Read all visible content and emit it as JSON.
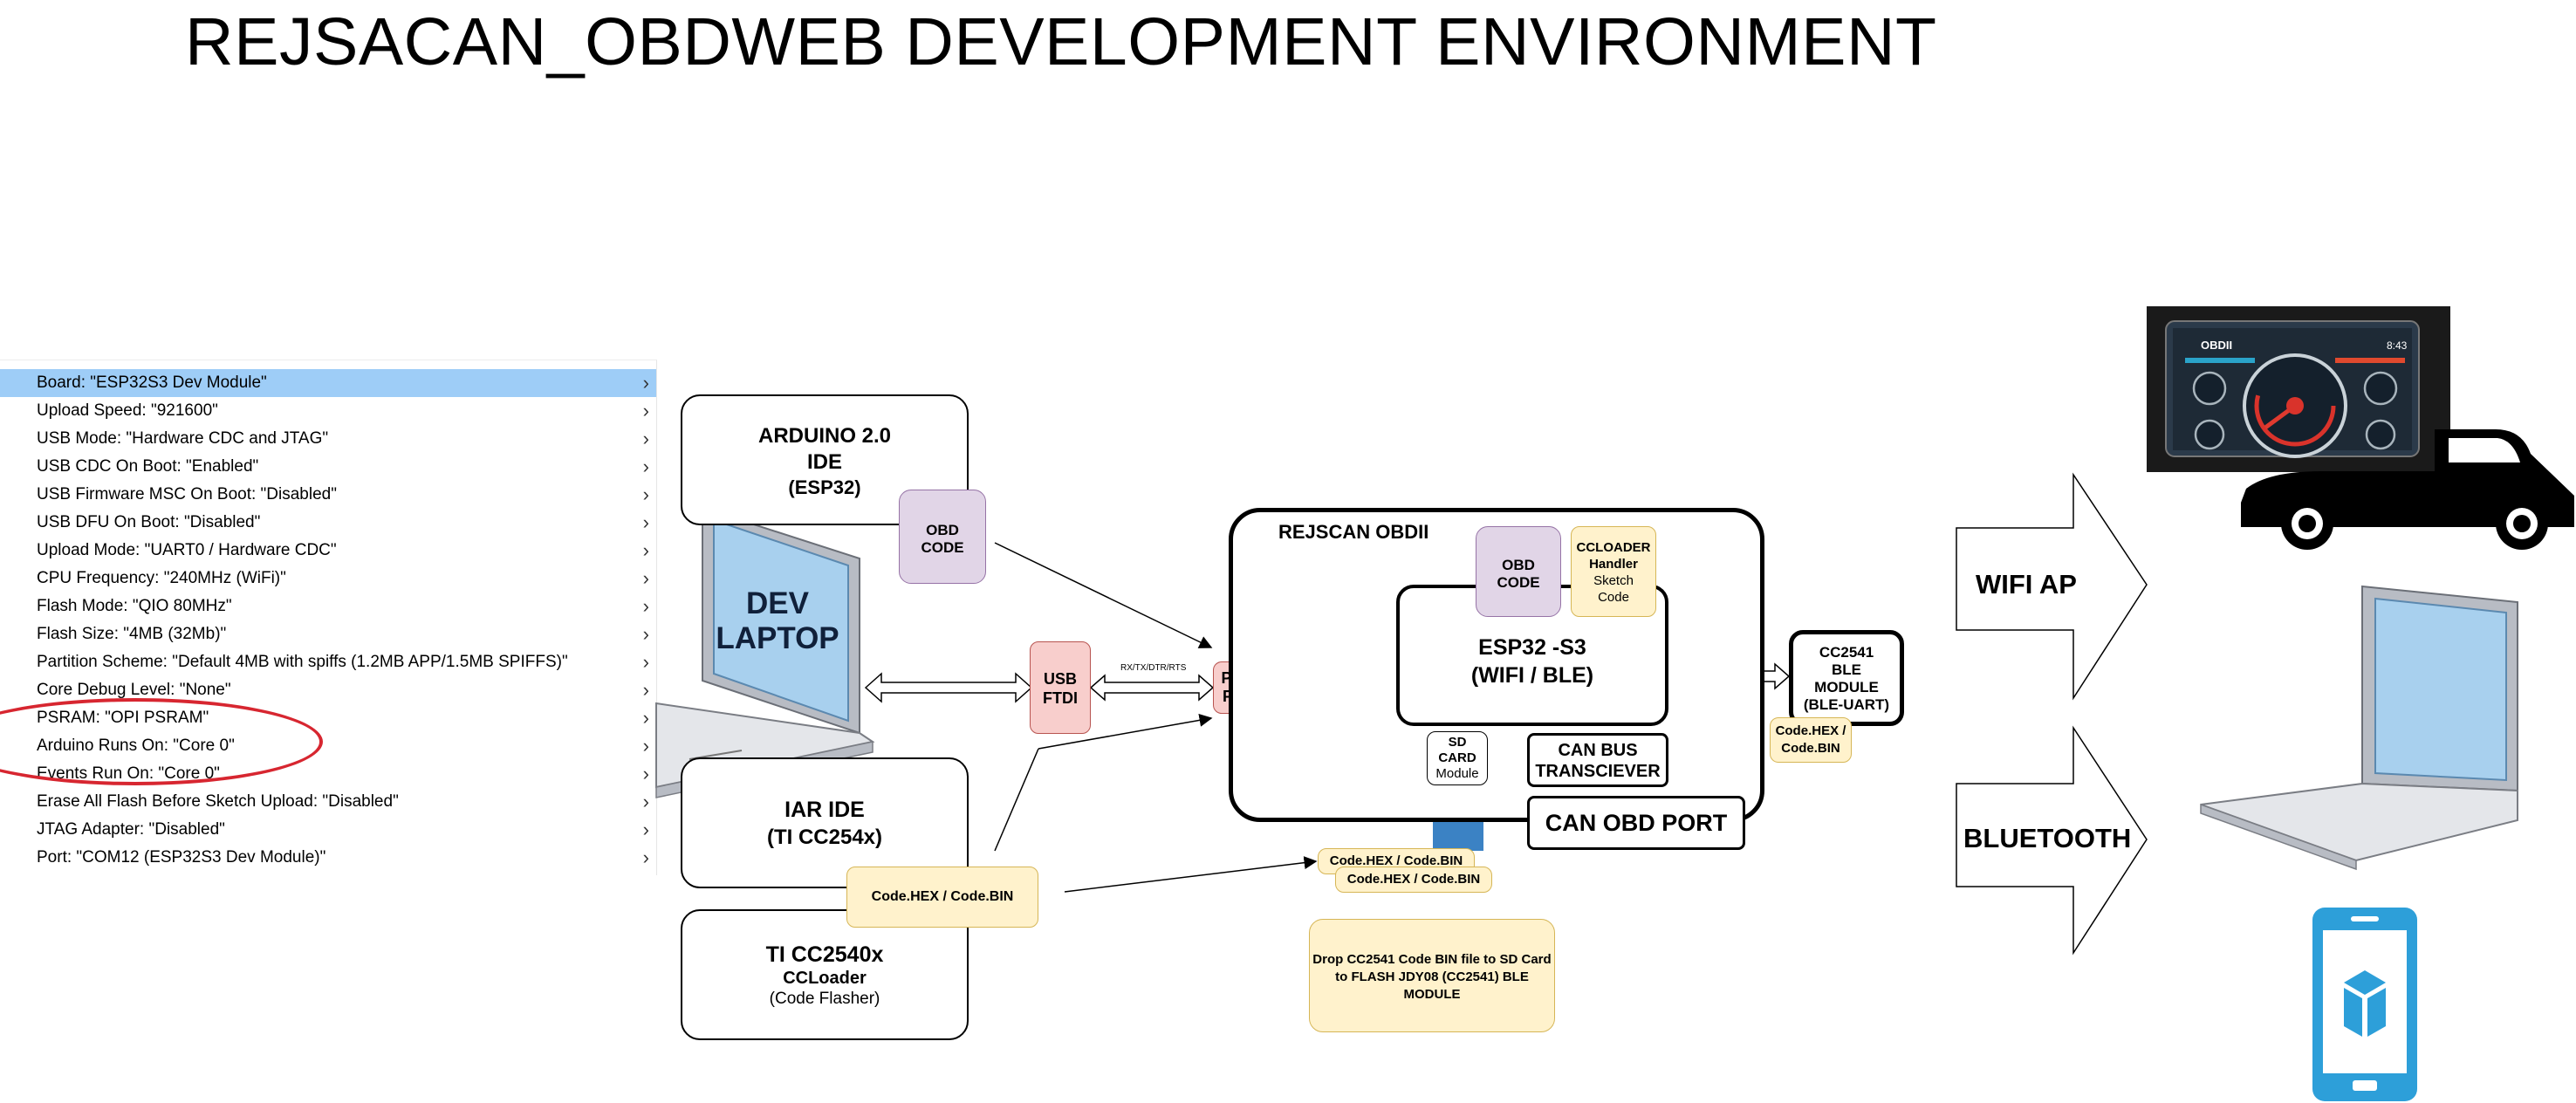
{
  "title": "REJSACAN_OBDWEB DEVELOPMENT ENVIRONMENT",
  "menu": {
    "items": [
      {
        "label": "Board: \"ESP32S3 Dev Module\"",
        "selected": true
      },
      {
        "label": "Upload Speed: \"921600\""
      },
      {
        "label": "USB Mode: \"Hardware CDC and JTAG\""
      },
      {
        "label": "USB CDC On Boot: \"Enabled\""
      },
      {
        "label": "USB Firmware MSC On Boot: \"Disabled\""
      },
      {
        "label": "USB DFU On Boot: \"Disabled\""
      },
      {
        "label": "Upload Mode: \"UART0 / Hardware CDC\""
      },
      {
        "label": "CPU Frequency: \"240MHz (WiFi)\""
      },
      {
        "label": "Flash Mode: \"QIO 80MHz\""
      },
      {
        "label": "Flash Size: \"4MB (32Mb)\""
      },
      {
        "label": "Partition Scheme: \"Default 4MB with spiffs (1.2MB APP/1.5MB SPIFFS)\""
      },
      {
        "label": "Core Debug Level: \"None\""
      },
      {
        "label": "PSRAM: \"OPI PSRAM\""
      },
      {
        "label": "Arduino Runs On: \"Core 0\""
      },
      {
        "label": "Events Run On: \"Core 0\""
      },
      {
        "label": "Erase All Flash Before Sketch Upload: \"Disabled\""
      },
      {
        "label": "JTAG Adapter: \"Disabled\""
      },
      {
        "label": "Port: \"COM12 (ESP32S3 Dev Module)\""
      }
    ],
    "chevron": "›",
    "highlight_color": "#9ecdf7",
    "annotation_color": "#d72630"
  },
  "arduino": {
    "line1": "ARDUINO 2.0",
    "line2": "IDE",
    "line3": "(ESP32)"
  },
  "obd_code_left": {
    "line1": "OBD",
    "line2": "CODE"
  },
  "dev_laptop": {
    "line1": "DEV",
    "line2": "LAPTOP"
  },
  "usb_ftdi": {
    "line1": "USB",
    "line2": "FTDI"
  },
  "rx_label": "RX/TX/DTR/RTS",
  "prog_port": {
    "line1": "PROG",
    "line2": "PORT"
  },
  "iar": {
    "line1": "IAR IDE",
    "line2": "(TI CC254x)"
  },
  "code_hex_left": "Code.HEX / Code.BIN",
  "ti": {
    "line1": "TI CC2540x",
    "line2": "CCLoader",
    "line3": "(Code Flasher)"
  },
  "rejscan": {
    "title": "REJSCAN OBDII",
    "obd_code": {
      "line1": "OBD",
      "line2": "CODE"
    },
    "ccloader": {
      "line1": "CCLOADER",
      "line2": "Handler",
      "line3": "Sketch",
      "line4": "Code"
    },
    "esp32": {
      "line1": "ESP32 -S3",
      "line2": "(WIFI / BLE)"
    },
    "sd_card": {
      "line1": "SD",
      "line2": "CARD",
      "line3": "Module"
    },
    "can_bus": {
      "line1": "CAN BUS",
      "line2": "TRANSCIEVER"
    },
    "can_port": "CAN OBD PORT"
  },
  "cc2541": {
    "line1": "CC2541",
    "line2": "BLE",
    "line3": "MODULE",
    "line4": "(BLE-UART)"
  },
  "code_hex_ble": {
    "line1": "Code.HEX /",
    "line2": "Code.BIN"
  },
  "code_hex_sd1": "Code.HEX / Code.BIN",
  "code_hex_sd2": "Code.HEX / Code.BIN",
  "drop_note": {
    "line1": "Drop CC2541 Code BIN file to SD Card",
    "line2": "to FLASH JDY08 (CC2541) BLE",
    "line3": "MODULE"
  },
  "wifi_ap": "WIFI AP",
  "bluetooth": "BLUETOOTH",
  "dash": {
    "brand": "OBDII",
    "time": "8:43"
  },
  "icons": [
    "dev-laptop-icon",
    "client-laptop-icon",
    "phone-icon",
    "truck-icon",
    "sd-card-icon",
    "dashboard-photo"
  ]
}
